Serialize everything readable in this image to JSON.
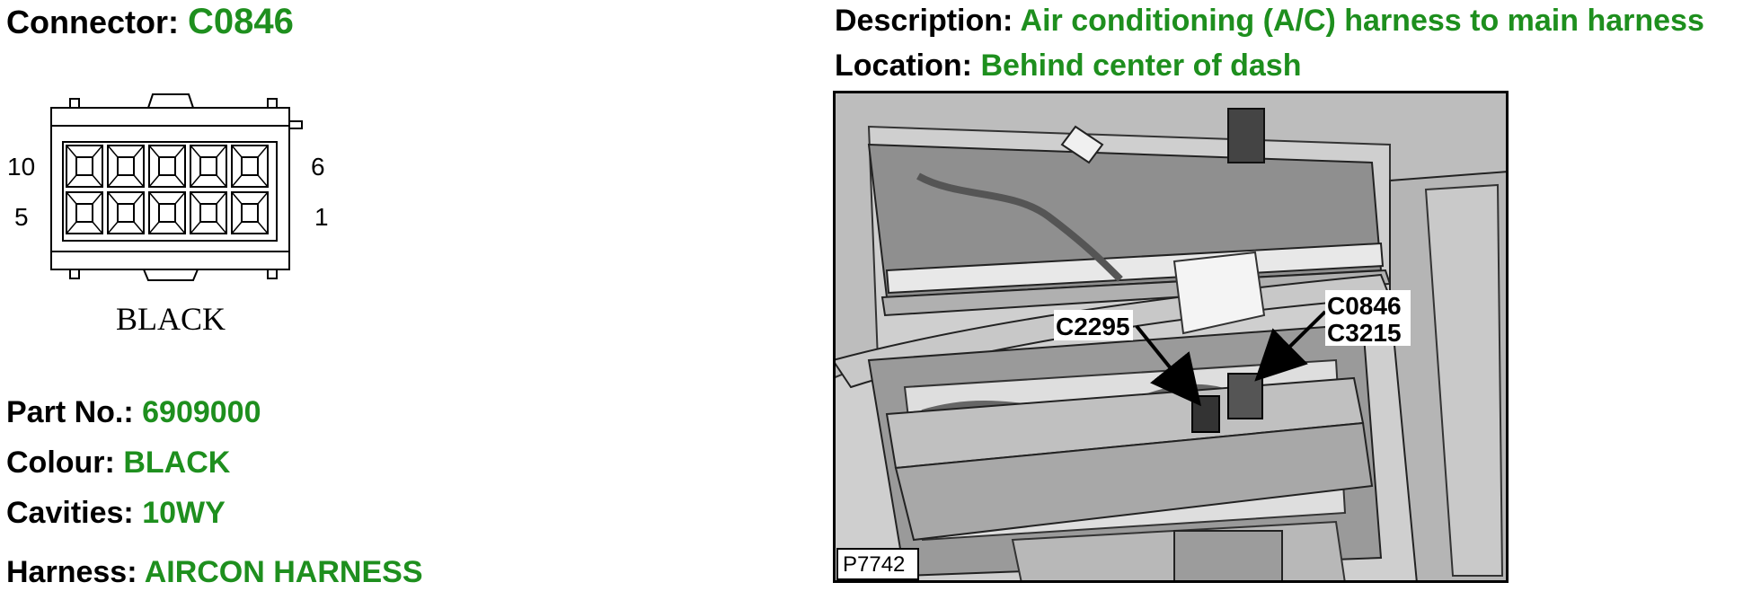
{
  "connector": {
    "label": "Connector:",
    "value": "C0846"
  },
  "description": {
    "label": "Description:",
    "value": "Air conditioning (A/C) harness to main harness"
  },
  "location": {
    "label": "Location:",
    "value": "Behind center of dash"
  },
  "diagram": {
    "pin_top_left": "10",
    "pin_top_right": "6",
    "pin_bottom_left": "5",
    "pin_bottom_right": "1",
    "color_caption": "BLACK"
  },
  "part_no": {
    "label": "Part No.:",
    "value": "6909000"
  },
  "colour": {
    "label": "Colour:",
    "value": "BLACK"
  },
  "cavities": {
    "label": "Cavities:",
    "value": "10WY"
  },
  "harness": {
    "label": "Harness:",
    "value": "AIRCON HARNESS"
  },
  "photo": {
    "callout_left": "C2295",
    "callout_right_1": "C0846",
    "callout_right_2": "C3215",
    "photo_id": "P7742"
  },
  "colors": {
    "label": "#000000",
    "value": "#1e8f1e"
  }
}
